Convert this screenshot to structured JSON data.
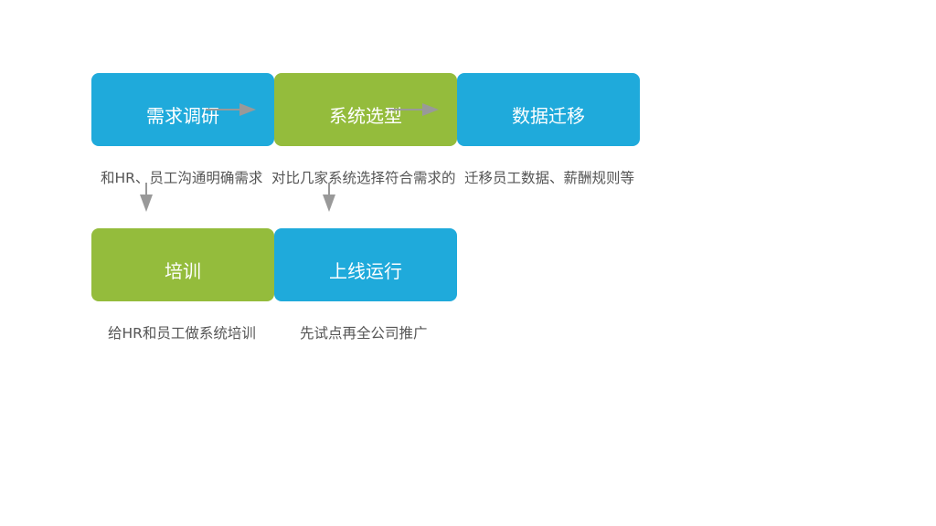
{
  "diagram": {
    "type": "process-flow",
    "colors": {
      "blue": "#1FAADB",
      "green": "#94BC3C",
      "arrow": "#999999",
      "description_text": "#555555",
      "box_text": "#FFFFFF"
    },
    "steps": [
      {
        "label": "需求调研",
        "description": "和HR、员工沟通明确需求",
        "color": "blue"
      },
      {
        "label": "系统选型",
        "description": "对比几家系统选择符合需求的",
        "color": "green"
      },
      {
        "label": "数据迁移",
        "description": "迁移员工数据、薪酬规则等",
        "color": "blue"
      },
      {
        "label": "培训",
        "description": "给HR和员工做系统培训",
        "color": "green"
      },
      {
        "label": "上线运行",
        "description": "先试点再全公司推广",
        "color": "blue"
      }
    ],
    "arrows": [
      {
        "from": "需求调研",
        "to": "系统选型",
        "direction": "right"
      },
      {
        "from": "系统选型",
        "to": "数据迁移",
        "direction": "right"
      },
      {
        "from": "需求调研",
        "to": "培训",
        "direction": "down"
      },
      {
        "from": "系统选型",
        "to": "上线运行",
        "direction": "down"
      }
    ]
  }
}
